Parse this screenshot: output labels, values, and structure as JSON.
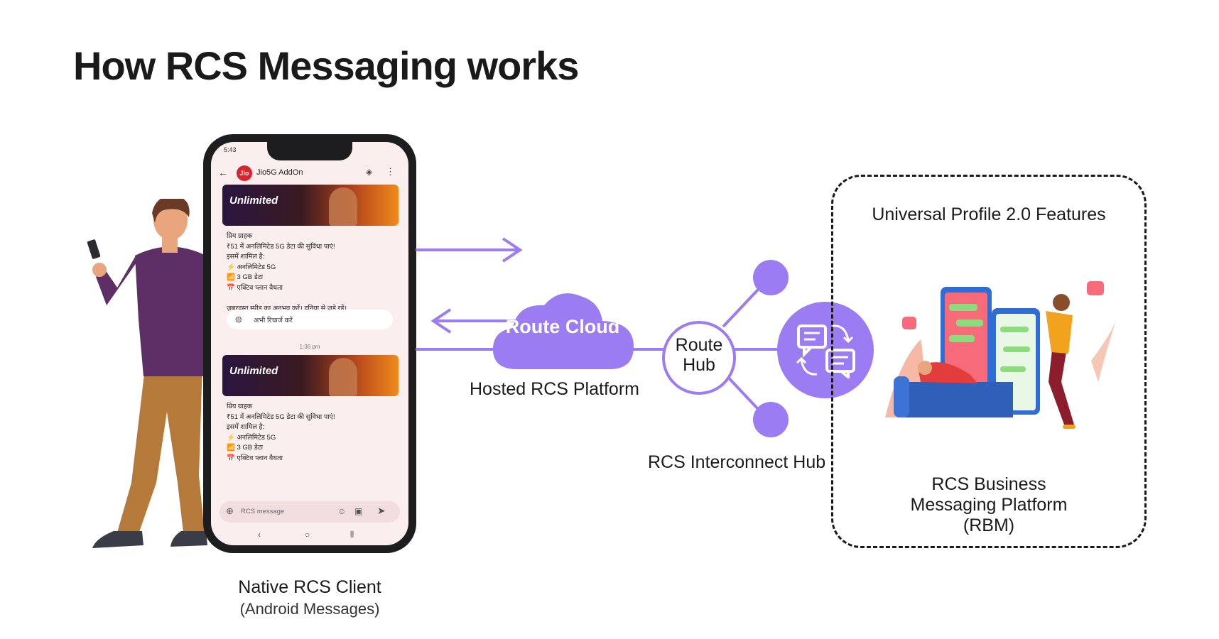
{
  "title": "How RCS Messaging works",
  "colors": {
    "accent": "#9b7cf2",
    "text": "#1a1a1a",
    "jio_red": "#d9232d"
  },
  "phone": {
    "status_time": "5:43",
    "app_name": "Jio5G AddOn",
    "logo_text": "Jio",
    "banner_text": "Unlimited",
    "message_lines": [
      "प्रिय ग्राहक",
      "₹51 में अनलिमिटेड 5G डेटा की सुविधा पाएं!",
      "इसमें शामिल है:",
      "⚡ अनलिमिटेड 5G",
      "📶 3 GB डेटा",
      "📅 एक्टिव प्लान वैधता"
    ],
    "message_footer": "ज़बरदस्त स्पीड का अनुभव करें। दुनिया से जुड़े रहें।",
    "action_chip": "अभी रिचार्ज करें",
    "timestamp": "1:36 pm",
    "compose_placeholder": "RCS message",
    "icons": [
      "back-arrow",
      "shield",
      "more-vert",
      "globe",
      "add",
      "emoji",
      "gallery",
      "send",
      "nav-back",
      "nav-home",
      "nav-recents"
    ]
  },
  "labels": {
    "client_main": "Native RCS Client",
    "client_sub": "(Android Messages)",
    "cloud": "Route Cloud",
    "hosted_platform": "Hosted RCS Platform",
    "hub": "Route Hub",
    "interconnect": "RCS Interconnect Hub",
    "up_features": "Universal  Profile 2.0 Features",
    "rbm_line1": "RCS Business",
    "rbm_line2": "Messaging Platform",
    "rbm_line3": "(RBM)"
  }
}
